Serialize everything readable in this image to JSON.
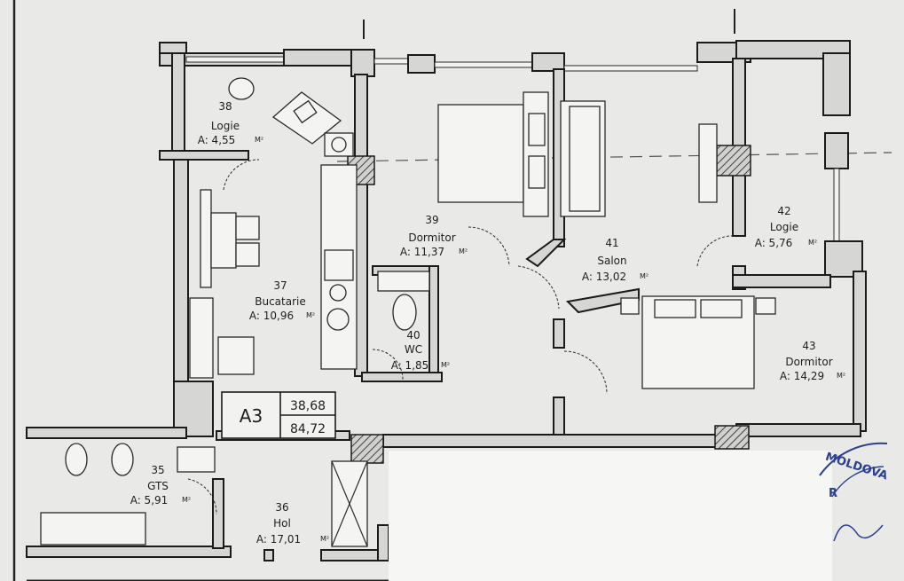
{
  "apartment": {
    "code": "A3",
    "area_living": "38,68",
    "area_total": "84,72"
  },
  "rooms": [
    {
      "number": "38",
      "name": "Logie",
      "area": "A: 4,55",
      "unit": "M²"
    },
    {
      "number": "39",
      "name": "Dormitor",
      "area": "A: 11,37",
      "unit": "M²"
    },
    {
      "number": "41",
      "name": "Salon",
      "area": "A: 13,02",
      "unit": "M²"
    },
    {
      "number": "42",
      "name": "Logie",
      "area": "A: 5,76",
      "unit": "M²"
    },
    {
      "number": "37",
      "name": "Bucatarie",
      "area": "A: 10,96",
      "unit": "M²"
    },
    {
      "number": "40",
      "name": "WC",
      "area": "A: 1,85",
      "unit": "M²"
    },
    {
      "number": "43",
      "name": "Dormitor",
      "area": "A: 14,29",
      "unit": "M²"
    },
    {
      "number": "35",
      "name": "GTS",
      "area": "A: 5,91",
      "unit": "M²"
    },
    {
      "number": "36",
      "name": "Hol",
      "area": "A: 17,01",
      "unit": "M²"
    }
  ],
  "stamp": {
    "text_top": "MOLDOVA",
    "text_mid": "R"
  },
  "colors": {
    "paper": "#e9e9e7",
    "wall_fill": "#d6d6d4",
    "ink": "#1b1b1b",
    "stamp": "#2a3f8f"
  }
}
